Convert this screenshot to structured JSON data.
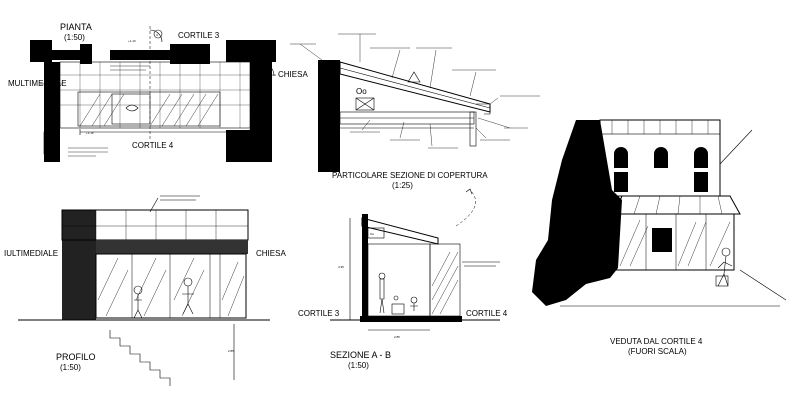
{
  "drawing": {
    "plan": {
      "title": "PIANTA",
      "scale": "(1:50)",
      "label_cortile3": "CORTILE 3",
      "label_cortile4": "CORTILE 4",
      "label_multimediale": "MULTIMEDIALE",
      "label_chiesa": "CHIESA",
      "level_a": "+1.10",
      "level_b": "+1.10",
      "marker": "A"
    },
    "roof_detail": {
      "title": "PARTICOLARE SEZIONE DI COPERTURA",
      "scale": "(1:25)",
      "note_label": "Oo"
    },
    "profile": {
      "title": "PROFILO",
      "scale": "(1:50)",
      "label_left": "IULTIMEDIALE",
      "label_right": "CHIESA",
      "dim": "2.85"
    },
    "section": {
      "title": "SEZIONE A - B",
      "scale": "(1:50)",
      "label_left": "CORTILE 3",
      "label_right": "CORTILE 4",
      "dim_height": "4.35",
      "dim_width": "2.85",
      "note_label": "Oo"
    },
    "view": {
      "title": "VEDUTA DAL CORTILE 4",
      "scale": "(FUORI SCALA)"
    }
  }
}
